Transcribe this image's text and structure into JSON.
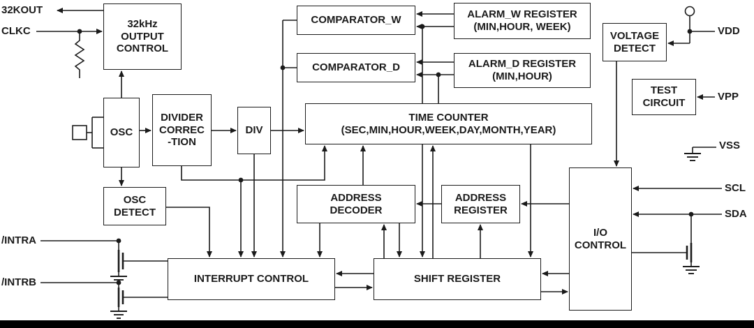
{
  "diagram": {
    "blocks": [
      {
        "name": "output-control-32khz",
        "label": "32kHz\nOUTPUT\nCONTROL"
      },
      {
        "name": "comparator-w",
        "label": "COMPARATOR_W"
      },
      {
        "name": "alarm-w-register",
        "label": "ALARM_W REGISTER\n(MIN,HOUR, WEEK)"
      },
      {
        "name": "comparator-d",
        "label": "COMPARATOR_D"
      },
      {
        "name": "alarm-d-register",
        "label": "ALARM_D REGISTER\n(MIN,HOUR)"
      },
      {
        "name": "voltage-detect",
        "label": "VOLTAGE\nDETECT"
      },
      {
        "name": "test-circuit",
        "label": "TEST\nCIRCUIT"
      },
      {
        "name": "osc",
        "label": "OSC"
      },
      {
        "name": "divider-correction",
        "label": "DIVIDER\nCORREC\n-TION"
      },
      {
        "name": "div",
        "label": "DIV"
      },
      {
        "name": "time-counter",
        "label": "TIME COUNTER\n(SEC,MIN,HOUR,WEEK,DAY,MONTH,YEAR)"
      },
      {
        "name": "osc-detect",
        "label": "OSC\nDETECT"
      },
      {
        "name": "address-decoder",
        "label": "ADDRESS\nDECODER"
      },
      {
        "name": "address-register",
        "label": "ADDRESS\nREGISTER"
      },
      {
        "name": "io-control",
        "label": "I/O\nCONTROL"
      },
      {
        "name": "interrupt-control",
        "label": "INTERRUPT CONTROL"
      },
      {
        "name": "shift-register",
        "label": "SHIFT REGISTER"
      }
    ],
    "pins": [
      {
        "name": "32kout",
        "label": "32KOUT"
      },
      {
        "name": "clkc",
        "label": "CLKC"
      },
      {
        "name": "vdd",
        "label": "VDD"
      },
      {
        "name": "vpp",
        "label": "VPP"
      },
      {
        "name": "vss",
        "label": "VSS"
      },
      {
        "name": "scl",
        "label": "SCL"
      },
      {
        "name": "sda",
        "label": "SDA"
      },
      {
        "name": "intra",
        "label": "/INTRA"
      },
      {
        "name": "intrb",
        "label": "/INTRB"
      }
    ],
    "colors": {
      "line": "#1a1a1a",
      "block_border": "#1a1a1a",
      "text": "#1a1a1a",
      "background": "#ffffff",
      "bottom_bar": "#000000"
    }
  }
}
